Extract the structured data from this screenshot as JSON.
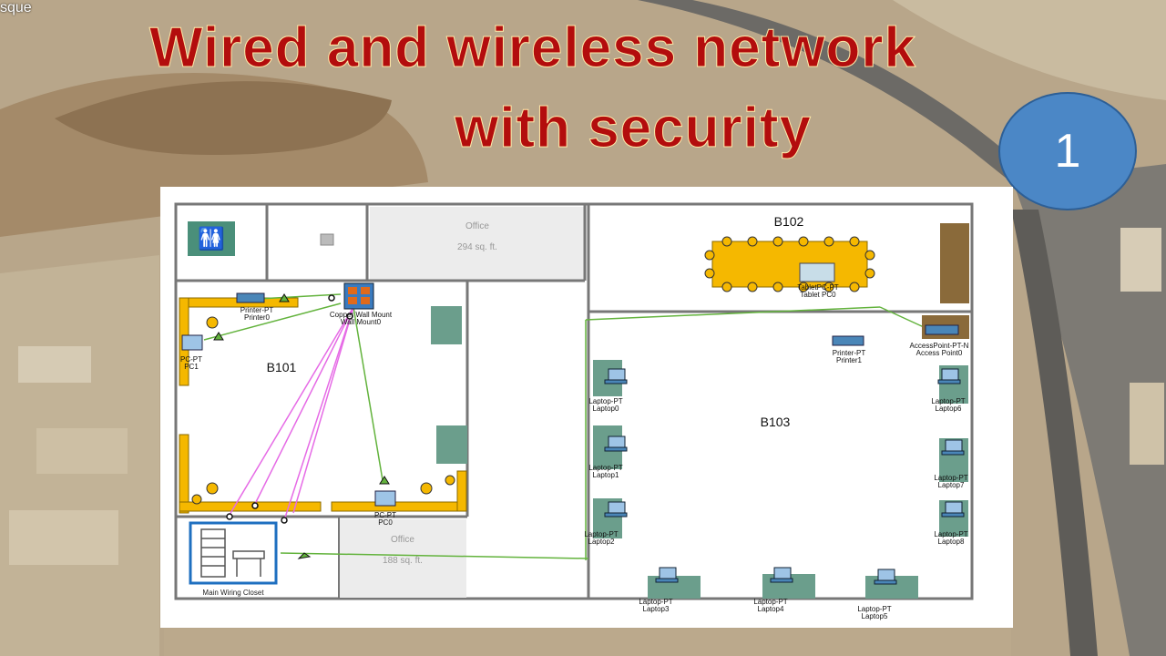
{
  "corner_label": "sque",
  "title_line1": "Wired and wireless network",
  "title_line2": "with security",
  "badge_number": "1",
  "rooms": {
    "office_top": "Office",
    "office_top_area": "294 sq. ft.",
    "office_bottom": "Office",
    "office_bottom_area": "188 sq. ft.",
    "b101": "B101",
    "b102": "B102",
    "b103": "B103",
    "wiring_closet": "Main Wiring Closet"
  },
  "devices": {
    "printer0_type": "Printer-PT",
    "printer0_name": "Printer0",
    "wallmount_type": "Copper Wall Mount",
    "wallmount_name": "Wall Mount0",
    "pc1_type": "PC-PT",
    "pc1_name": "PC1",
    "pc0_type": "PC-PT",
    "pc0_name": "PC0",
    "tablet_type": "TabletPC-PT",
    "tablet_name": "Tablet PC0",
    "printer1_type": "Printer-PT",
    "printer1_name": "Printer1",
    "ap_type": "AccessPoint-PT-N",
    "ap_name": "Access Point0",
    "laptops": [
      {
        "type": "Laptop-PT",
        "name": "Laptop0"
      },
      {
        "type": "Laptop-PT",
        "name": "Laptop1"
      },
      {
        "type": "Laptop-PT",
        "name": "Laptop2"
      },
      {
        "type": "Laptop-PT",
        "name": "Laptop3"
      },
      {
        "type": "Laptop-PT",
        "name": "Laptop4"
      },
      {
        "type": "Laptop-PT",
        "name": "Laptop5"
      },
      {
        "type": "Laptop-PT",
        "name": "Laptop6"
      },
      {
        "type": "Laptop-PT",
        "name": "Laptop7"
      },
      {
        "type": "Laptop-PT",
        "name": "Laptop8"
      }
    ]
  },
  "colors": {
    "title": "#b30d0d",
    "badge": "#4b87c6",
    "desk": "#f5b800",
    "wire_green": "#63b33d",
    "wire_pink": "#e66be6",
    "laptop_pad": "#6b9e8c"
  }
}
